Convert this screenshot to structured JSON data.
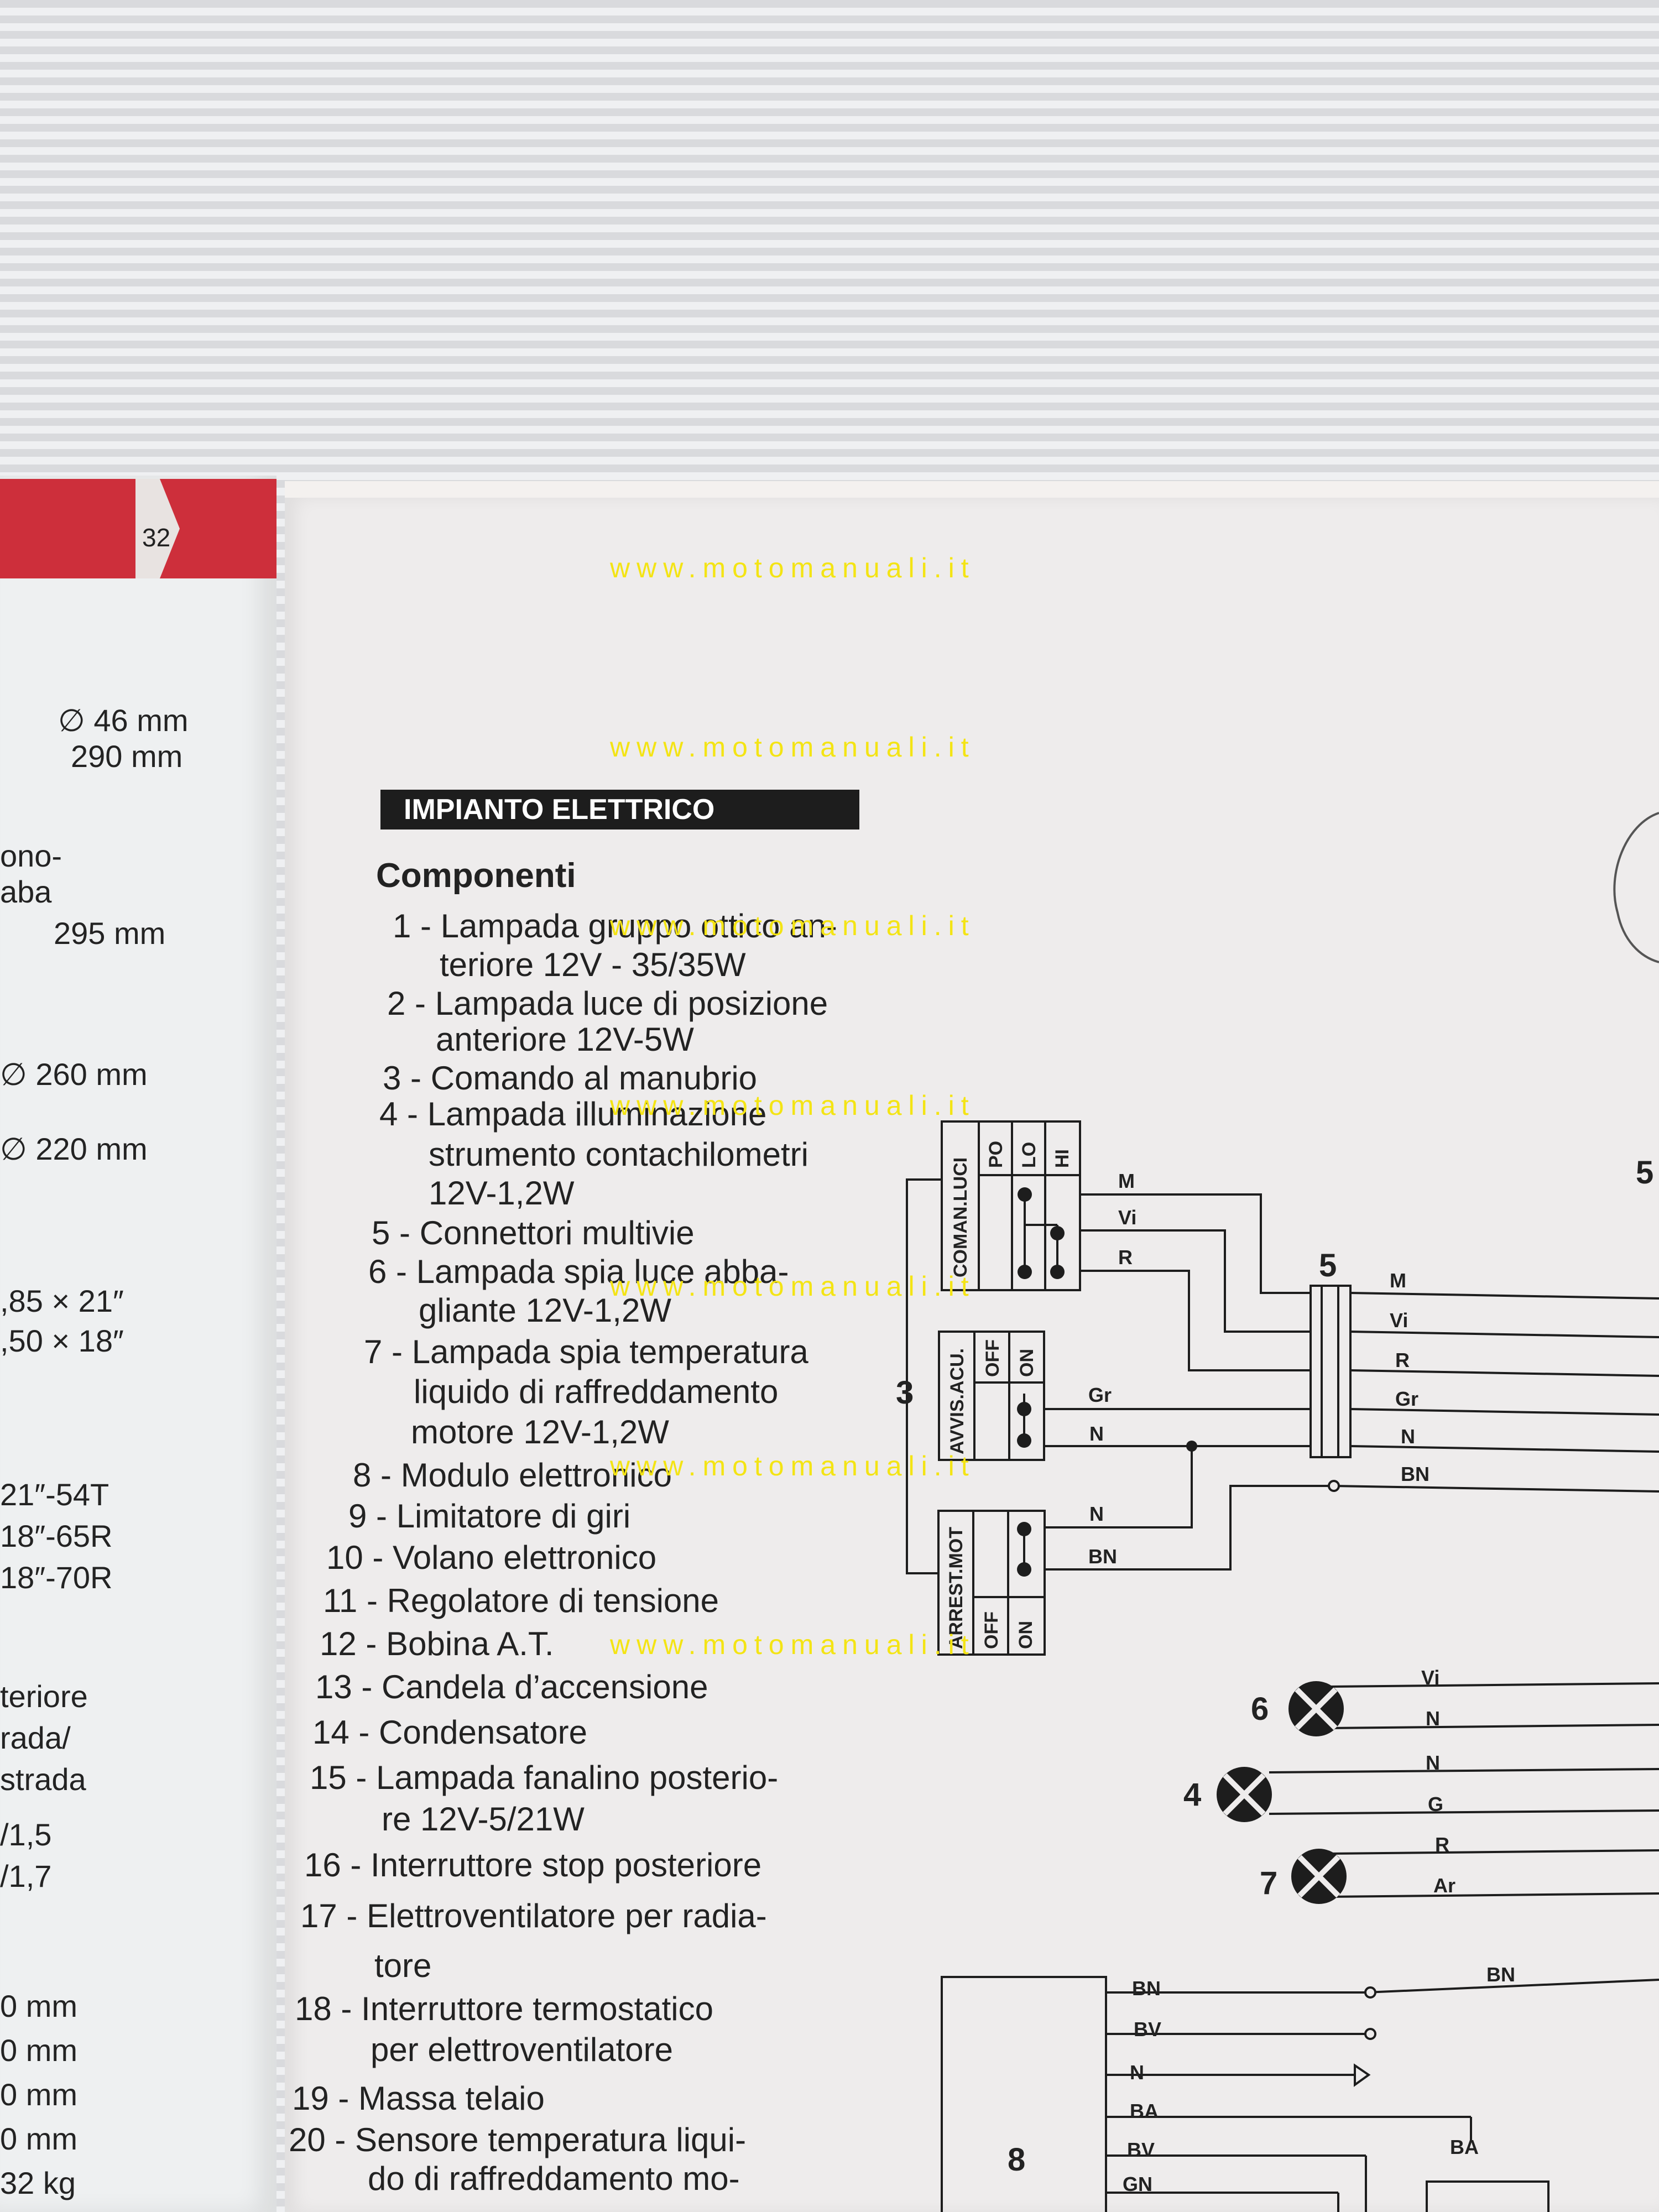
{
  "left_page": {
    "page_number": "32",
    "lines": [
      "∅ 46 mm",
      "290 mm",
      "ono-",
      "aba",
      "295 mm",
      "∅ 260 mm",
      "∅ 220 mm",
      ",85 × 21″",
      ",50 × 18″",
      "21″-54T",
      "18″-65R",
      "18″-70R",
      "teriore",
      "rada/",
      "strada",
      "/1,5",
      "/1,7",
      "0 mm",
      "0 mm",
      "0 mm",
      "0 mm",
      "32 kg"
    ]
  },
  "watermark": "www.motomanuali.it",
  "section_title": "IMPIANTO ELETTRICO",
  "components_title": "Componenti",
  "items": [
    [
      "1 - Lampada gruppo ottico an-",
      "teriore 12V - 35/35W"
    ],
    [
      "2 - Lampada luce di posizione",
      "anteriore 12V-5W"
    ],
    [
      "3 - Comando al manubrio"
    ],
    [
      "4 - Lampada illuminazione",
      "strumento contachilometri",
      "12V-1,2W"
    ],
    [
      "5 - Connettori multivie"
    ],
    [
      "6 - Lampada spia luce abba-",
      "gliante 12V-1,2W"
    ],
    [
      "7 - Lampada spia temperatura",
      "liquido di raffreddamento",
      "motore 12V-1,2W"
    ],
    [
      "8 - Modulo elettronico"
    ],
    [
      "9 - Limitatore di giri"
    ],
    [
      "10 - Volano elettronico"
    ],
    [
      "11 - Regolatore di tensione"
    ],
    [
      "12 - Bobina A.T."
    ],
    [
      "13 - Candela d’accensione"
    ],
    [
      "14 - Condensatore"
    ],
    [
      "15 - Lampada fanalino posterio-",
      "re 12V-5/21W"
    ],
    [
      "16 - Interruttore stop posteriore"
    ],
    [
      "17 - Elettroventilatore per radia-",
      "tore"
    ],
    [
      "18 - Interruttore termostatico",
      "per elettroventilatore"
    ],
    [
      "19 - Massa telaio"
    ],
    [
      "20 - Sensore temperatura liqui-",
      "do di raffreddamento mo-"
    ]
  ],
  "diagram": {
    "switch_lights": {
      "name": "COMAN.LUCI",
      "positions": [
        "PO",
        "LO",
        "HI"
      ]
    },
    "switch_horn": {
      "name": "AVVIS.ACU.",
      "positions": [
        "OFF",
        "ON"
      ]
    },
    "switch_stop": {
      "name": "ARREST.MOT",
      "positions": [
        "OFF",
        "ON"
      ]
    },
    "labels": {
      "comando": "3",
      "connettore": "5",
      "spia6": "6",
      "spia4": "4",
      "spia7": "7",
      "modulo": "8",
      "edge": "5"
    },
    "wires_lights": [
      "M",
      "Vi",
      "R"
    ],
    "wires_horn": [
      "Gr",
      "N"
    ],
    "wires_stop": [
      "N",
      "BN"
    ],
    "wires_connector": [
      "M",
      "Vi",
      "R",
      "Gr",
      "N",
      "BN"
    ],
    "wires_lamp6": [
      "Vi",
      "N"
    ],
    "wires_lamp4": [
      "N",
      "G"
    ],
    "wires_lamp7": [
      "R",
      "Ar"
    ],
    "wires_module": [
      "BN",
      "BV",
      "N",
      "BA",
      "BV",
      "GN"
    ],
    "wires_module_right": [
      "BN",
      "BA"
    ]
  }
}
